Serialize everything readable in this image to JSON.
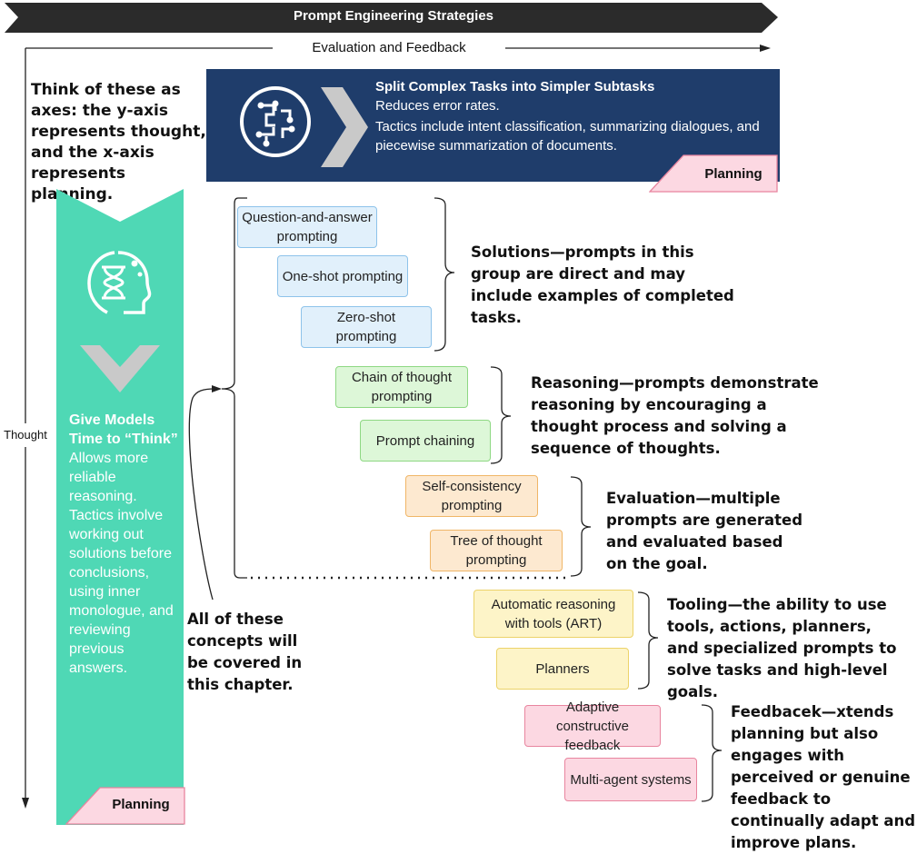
{
  "header": {
    "title": "Prompt Engineering Strategies",
    "eval_label": "Evaluation and Feedback",
    "thought_label": "Thought"
  },
  "intro_text": "Think of these as axes: the y-axis represents thought, and the x-axis represents planning.",
  "split_panel": {
    "title": "Split Complex Tasks into Simpler Subtasks",
    "line1": "Reduces error rates.",
    "line2": "Tactics include intent classification, summarizing dialogues, and piecewise summarization of documents.",
    "tag": "Planning",
    "icon": "circuit-brain-icon"
  },
  "think_panel": {
    "title": "Give Models Time to “Think”",
    "body": "Allows more reliable reasoning. Tactics involve working out solutions before conclusions, using inner monologue, and reviewing previous answers.",
    "tag": "Planning",
    "icon": "hourglass-head-icon"
  },
  "groups": [
    {
      "name": "solutions",
      "items": [
        "Question-and-answer prompting",
        "One-shot prompting",
        "Zero-shot prompting"
      ],
      "note_title": "Solutions",
      "note_body": "—prompts in this group are direct and may include examples of completed tasks."
    },
    {
      "name": "reasoning",
      "items": [
        "Chain of thought prompting",
        "Prompt chaining"
      ],
      "note_title": "Reasoning",
      "note_body": "—prompts demonstrate reasoning by encouraging a thought process and solving a sequence of thoughts."
    },
    {
      "name": "evaluation",
      "items": [
        "Self-consistency prompting",
        "Tree of thought prompting"
      ],
      "note_title": "Evaluation",
      "note_body": "—multiple prompts are generated and evaluated based on the goal."
    },
    {
      "name": "tooling",
      "items": [
        "Automatic reasoning with tools (ART)",
        "Planners"
      ],
      "note_title": "Tooling",
      "note_body": "—the ability to use tools, actions, planners, and specialized prompts to solve tasks and high-level goals."
    },
    {
      "name": "feedback",
      "items": [
        "Adaptive constructive feedback",
        "Multi-agent systems"
      ],
      "note_title": "Feedbacek",
      "note_body": "—xtends planning but also engages with perceived or genuine feedback to continually adapt and improve plans."
    }
  ],
  "coverage_note": "All of these concepts will be covered in this chapter.",
  "colors": {
    "header_band": "#2b2b2b",
    "split_panel": "#1f3d6b",
    "think_panel": "#4fd8b5",
    "tag": "#fcd8e2"
  }
}
